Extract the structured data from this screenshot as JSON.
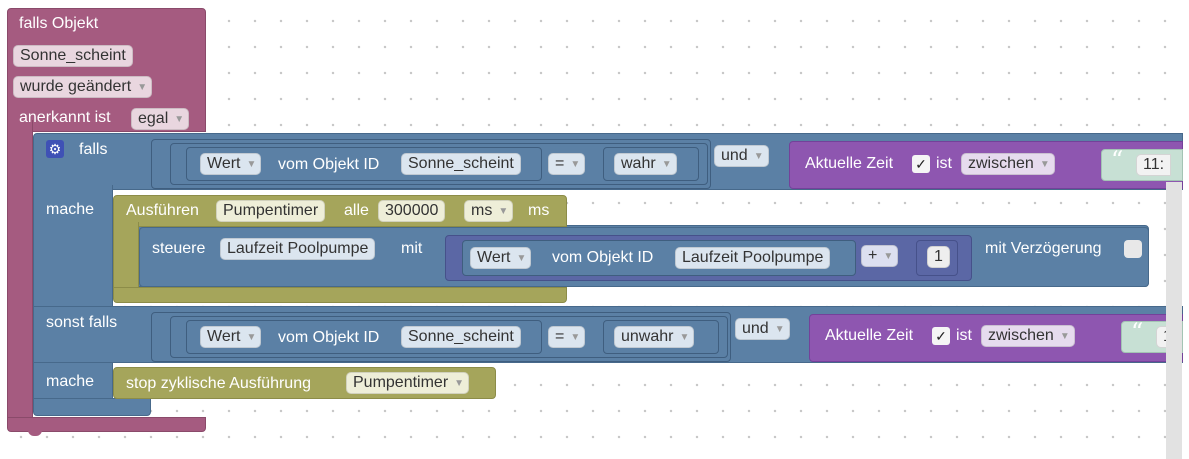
{
  "event": {
    "header": "falls Objekt",
    "object": "Sonne_scheint",
    "trigger": "wurde geändert",
    "ack_label": "anerkannt ist",
    "ack_value": "egal"
  },
  "if_block": {
    "if_label": "falls",
    "cond1": {
      "wert": "Wert",
      "obj_label": "vom Objekt ID",
      "obj": "Sonne_scheint",
      "op": "=",
      "value": "wahr",
      "und": "und",
      "time_label": "Aktuelle Zeit",
      "ist": "ist",
      "zwischen": "zwischen",
      "time_quote": "“",
      "time_value": "11:"
    },
    "do_label": "mache",
    "exec": {
      "label": "Ausführen",
      "timer": "Pumpentimer",
      "every": "alle",
      "interval": "300000",
      "unit_sel": "ms",
      "unit": "ms"
    },
    "steuere": {
      "label": "steuere",
      "obj": "Laufzeit Poolpumpe",
      "mit": "mit",
      "wert": "Wert",
      "obj_label": "vom Objekt ID",
      "obj2": "Laufzeit Poolpumpe",
      "op": "+",
      "num": "1",
      "delay": "mit Verzögerung"
    },
    "elseif_label": "sonst falls",
    "cond2": {
      "wert": "Wert",
      "obj_label": "vom Objekt ID",
      "obj": "Sonne_scheint",
      "op": "=",
      "value": "unwahr",
      "und": "und",
      "time_label": "Aktuelle Zeit",
      "ist": "ist",
      "zwischen": "zwischen",
      "time_quote": "“",
      "time_value": "1"
    },
    "do2_label": "mache",
    "stop": {
      "label": "stop zyklische Ausführung",
      "timer": "Pumpentimer"
    }
  },
  "icons": {
    "gear": "⚙",
    "check": "✓",
    "dropdown": "▼"
  },
  "colors": {
    "event": "#a55b80",
    "logic": "#5b80a5",
    "loop": "#a5a55b",
    "datetime": "#8e56b0",
    "math": "#5b67a5",
    "text": "#c7e0d4"
  }
}
